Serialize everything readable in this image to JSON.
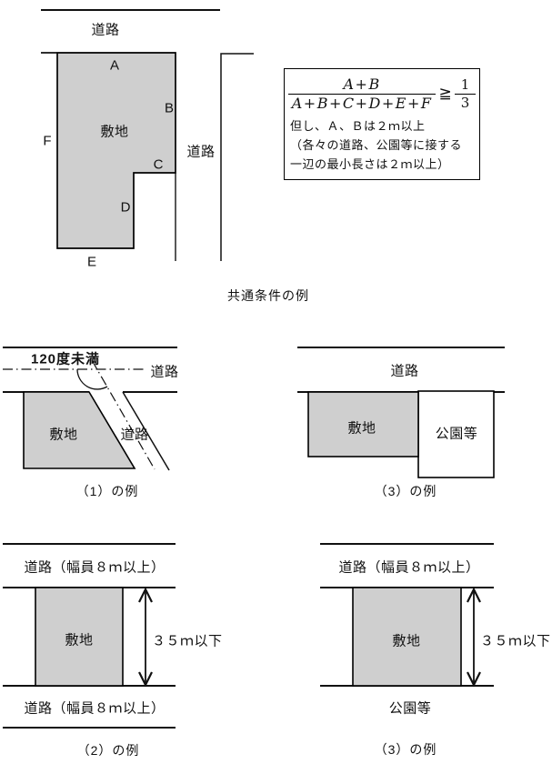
{
  "colors": {
    "background": "#ffffff",
    "site_fill": "#cfcfcf",
    "ink": "#111111"
  },
  "common_example": {
    "caption": "共通条件の例",
    "top_road_label": "道路",
    "right_road_label": "道路",
    "site_label": "敷地",
    "edges": {
      "a": "A",
      "b": "B",
      "c": "C",
      "d": "D",
      "e": "E",
      "f": "F"
    },
    "formula": {
      "lhs_numerator": "A+B",
      "lhs_denominator": "A+B+C+D+E+F",
      "relation": "≧",
      "rhs_numerator": "1",
      "rhs_denominator": "3",
      "condition_line1": "但し、Ａ、Ｂは２ｍ以上",
      "condition_line2": "（各々の道路、公園等に接する",
      "condition_line3": "一辺の最小長さは２ｍ以上）"
    }
  },
  "example_1": {
    "caption": "（1）の例",
    "angle_label": "120度未満",
    "horizontal_road_label": "道路",
    "diagonal_road_label": "道路",
    "site_label": "敷地"
  },
  "example_3_upper": {
    "caption": "（3）の例",
    "road_label": "道路",
    "site_label": "敷地",
    "park_label": "公園等"
  },
  "example_2": {
    "caption": "（2）の例",
    "top_road_label": "道路（幅員８ｍ以上）",
    "bottom_road_label": "道路（幅員８ｍ以上）",
    "site_label": "敷地",
    "height_label": "３５ｍ以下"
  },
  "example_3_lower": {
    "caption": "（3）の例",
    "road_label": "道路（幅員８ｍ以上）",
    "park_label": "公園等",
    "site_label": "敷地",
    "height_label": "３５ｍ以下"
  }
}
